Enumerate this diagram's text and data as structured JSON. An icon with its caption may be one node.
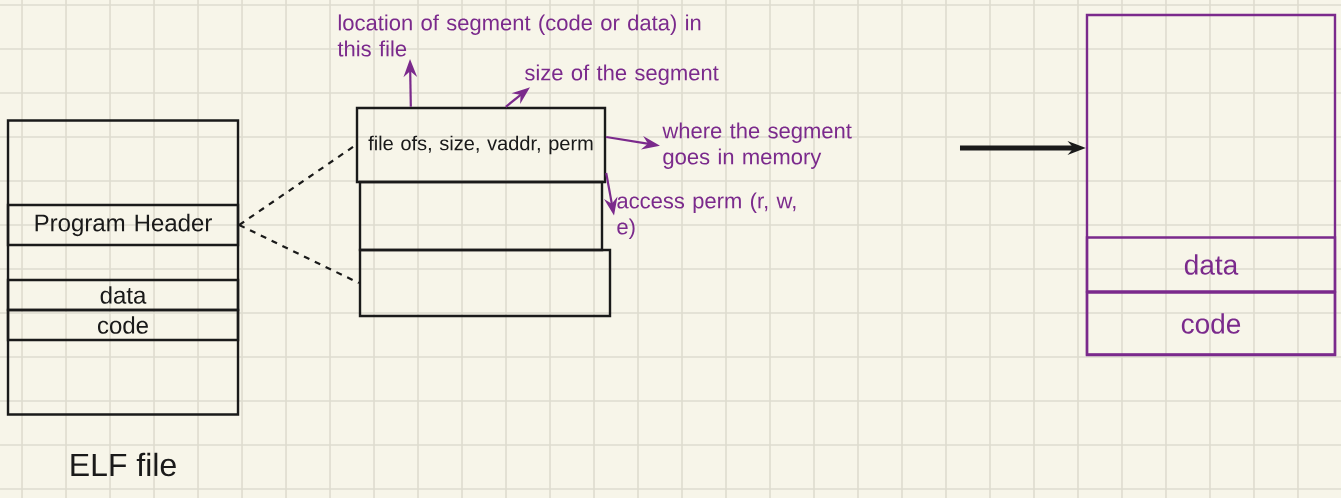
{
  "diagram": {
    "nodes": [
      {
        "text": [
          "ELF file"
        ]
      },
      {
        "text": [
          "Program Header"
        ],
        "in": 0
      },
      {
        "text": [
          "data"
        ],
        "in": 0
      },
      {
        "text": [
          "code"
        ],
        "in": 0
      },
      {
        "text": [
          "file ofs, size, vaddr, perm"
        ]
      },
      {
        "text": [],
        "shape": "box"
      },
      {
        "text": [],
        "shape": "box"
      },
      {
        "text": [
          "location of segment (code or data) in this file"
        ]
      },
      {
        "text": [
          "size of the segment"
        ]
      },
      {
        "text": [
          "where the segment goes in memory"
        ]
      },
      {
        "text": [
          "access perm (r, w, e)"
        ]
      },
      {
        "text": [],
        "shape": "box"
      },
      {
        "text": [
          "data"
        ],
        "in": 11
      },
      {
        "text": [
          "code"
        ],
        "in": 11
      }
    ],
    "edges": [
      {
        "from": 1,
        "to": 4,
        "arrow": "none",
        "style": "dashed",
        "color": "#1a1a1a"
      },
      {
        "from": 1,
        "to": 6,
        "arrow": "none",
        "style": "dashed",
        "color": "#1a1a1a"
      },
      {
        "from": 4,
        "to": 7,
        "arrow": "to",
        "color": "#7b2a8c"
      },
      {
        "from": 4,
        "to": 8,
        "arrow": "to",
        "color": "#7b2a8c"
      },
      {
        "from": 4,
        "to": 9,
        "arrow": "to",
        "color": "#7b2a8c"
      },
      {
        "from": 4,
        "to": 10,
        "arrow": "to",
        "color": "#7b2a8c"
      },
      {
        "from": null,
        "to": 11,
        "arrow": "to",
        "style": "thick",
        "color": "#1a1a1a"
      }
    ]
  }
}
